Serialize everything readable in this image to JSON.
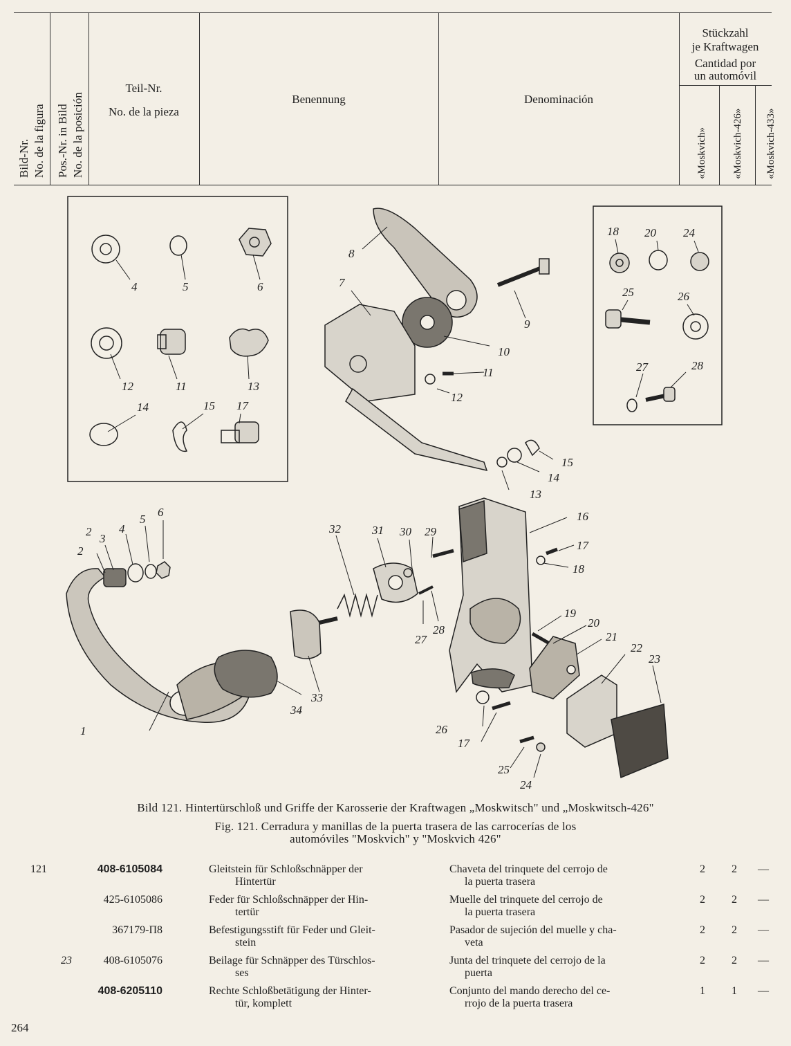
{
  "header": {
    "col_bild": "Bild-Nr.",
    "col_figura": "No. de la figura",
    "col_pos": "Pos.-Nr. in Bild",
    "col_posicion": "No. de la posición",
    "col_teil": "Teil-Nr.",
    "col_pieza": "No. de la pieza",
    "col_benennung": "Benennung",
    "col_denominacion": "Denominación",
    "qty_de_1": "Stückzahl",
    "qty_de_2": "je Kraftwagen",
    "qty_es_1": "Cantidad por",
    "qty_es_2": "un automóvil",
    "model_1": "«Moskvich»",
    "model_2": "«Moskvich-426»",
    "model_3": "«Moskvich-433»"
  },
  "diagram": {
    "callouts": [
      "1",
      "2",
      "3",
      "4",
      "5",
      "6",
      "7",
      "8",
      "9",
      "10",
      "11",
      "12",
      "13",
      "14",
      "15",
      "16",
      "17",
      "18",
      "19",
      "20",
      "21",
      "22",
      "23",
      "24",
      "25",
      "26",
      "27",
      "28",
      "29",
      "30",
      "31",
      "32",
      "33",
      "34"
    ]
  },
  "caption": {
    "de": "Bild 121. Hintertürschloß und Griffe der Karosserie der Kraftwagen „Moskwitsch\" und „Moskwitsch-426\"",
    "es_1": "Fig. 121. Cerradura y manillas de la puerta trasera de las carrocerías de los",
    "es_2": "automóviles \"Moskvich\" y \"Moskvich 426\""
  },
  "rows": [
    {
      "fig": "121",
      "pos": "",
      "part": "408-6105084",
      "bold": true,
      "de_1": "Gleitstein für Schloßschnäpper der",
      "de_2": "Hintertür",
      "es_1": "Chaveta del trinquete del cerrojo de",
      "es_2": "la puerta trasera",
      "q1": "2",
      "q2": "2",
      "q3": "—"
    },
    {
      "fig": "",
      "pos": "",
      "part": "425-6105086",
      "bold": false,
      "de_1": "Feder für Schloßschnäpper der Hin-",
      "de_2": "tertür",
      "es_1": "Muelle del trinquete del cerrojo de",
      "es_2": "la puerta trasera",
      "q1": "2",
      "q2": "2",
      "q3": "—"
    },
    {
      "fig": "",
      "pos": "",
      "part": "367179-П8",
      "bold": false,
      "de_1": "Befestigungsstift für Feder und Gleit-",
      "de_2": "stein",
      "es_1": "Pasador de sujeción del muelle y cha-",
      "es_2": "veta",
      "q1": "2",
      "q2": "2",
      "q3": "—"
    },
    {
      "fig": "",
      "pos": "23",
      "part": "408-6105076",
      "bold": false,
      "de_1": "Beilage für Schnäpper des Türschlos-",
      "de_2": "ses",
      "es_1": "Junta del trinquete del cerrojo de la",
      "es_2": "puerta",
      "q1": "2",
      "q2": "2",
      "q3": "—"
    },
    {
      "fig": "",
      "pos": "",
      "part": "408-6205110",
      "bold": true,
      "de_1": "Rechte Schloßbetätigung der Hinter-",
      "de_2": "tür, komplett",
      "es_1": "Conjunto del mando derecho del ce-",
      "es_2": "rrojo de la puerta trasera",
      "q1": "1",
      "q2": "1",
      "q3": "—"
    }
  ],
  "page_number": "264"
}
